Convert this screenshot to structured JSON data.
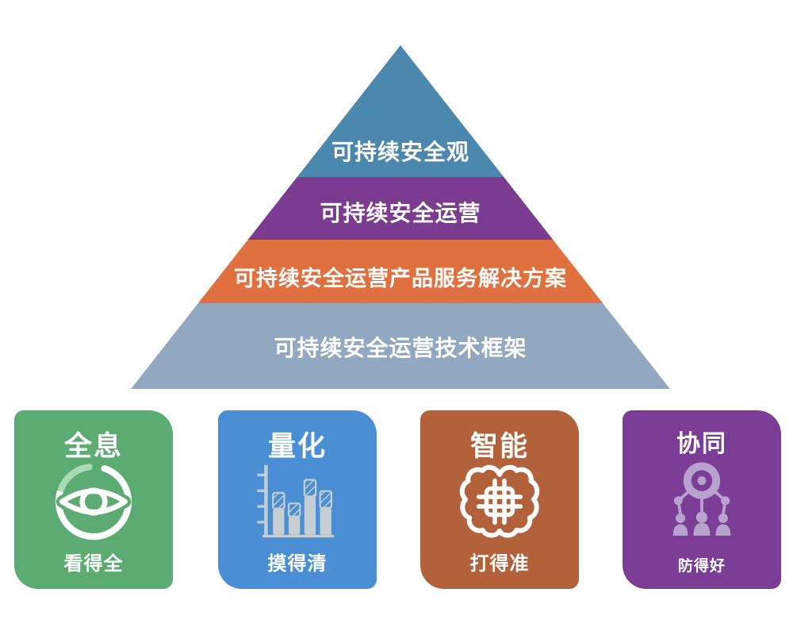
{
  "page": {
    "background": "#ffffff"
  },
  "pyramid": {
    "levels": [
      {
        "label": "可持续安全观",
        "color": "#4C87AE"
      },
      {
        "label": "可持续安全运营",
        "color": "#7B3B8E"
      },
      {
        "label": "可持续安全运营产品服务解决方案",
        "color": "#E0703F"
      },
      {
        "label": "可持续安全运营技术框架",
        "color": "#92A8C1"
      }
    ]
  },
  "cards": [
    {
      "title": "全息",
      "caption": "看得全",
      "color": "#5BAB73",
      "icon": "eye-scan-icon",
      "icon_color": "#FFFFFF",
      "icon_accent": "#A9DBB7"
    },
    {
      "title": "量化",
      "caption": "摸得清",
      "color": "#4A8FD3",
      "icon": "bar-chart-icon",
      "icon_color": "#C6CDD3"
    },
    {
      "title": "智能",
      "caption": "打得准",
      "color": "#B3613B",
      "icon": "brain-chip-icon",
      "icon_color": "#FFFFFF"
    },
    {
      "title": "协同",
      "caption": "防得好",
      "color": "#7B3D95",
      "icon": "collaboration-network-icon",
      "icon_color": "#B8A2CE"
    }
  ]
}
